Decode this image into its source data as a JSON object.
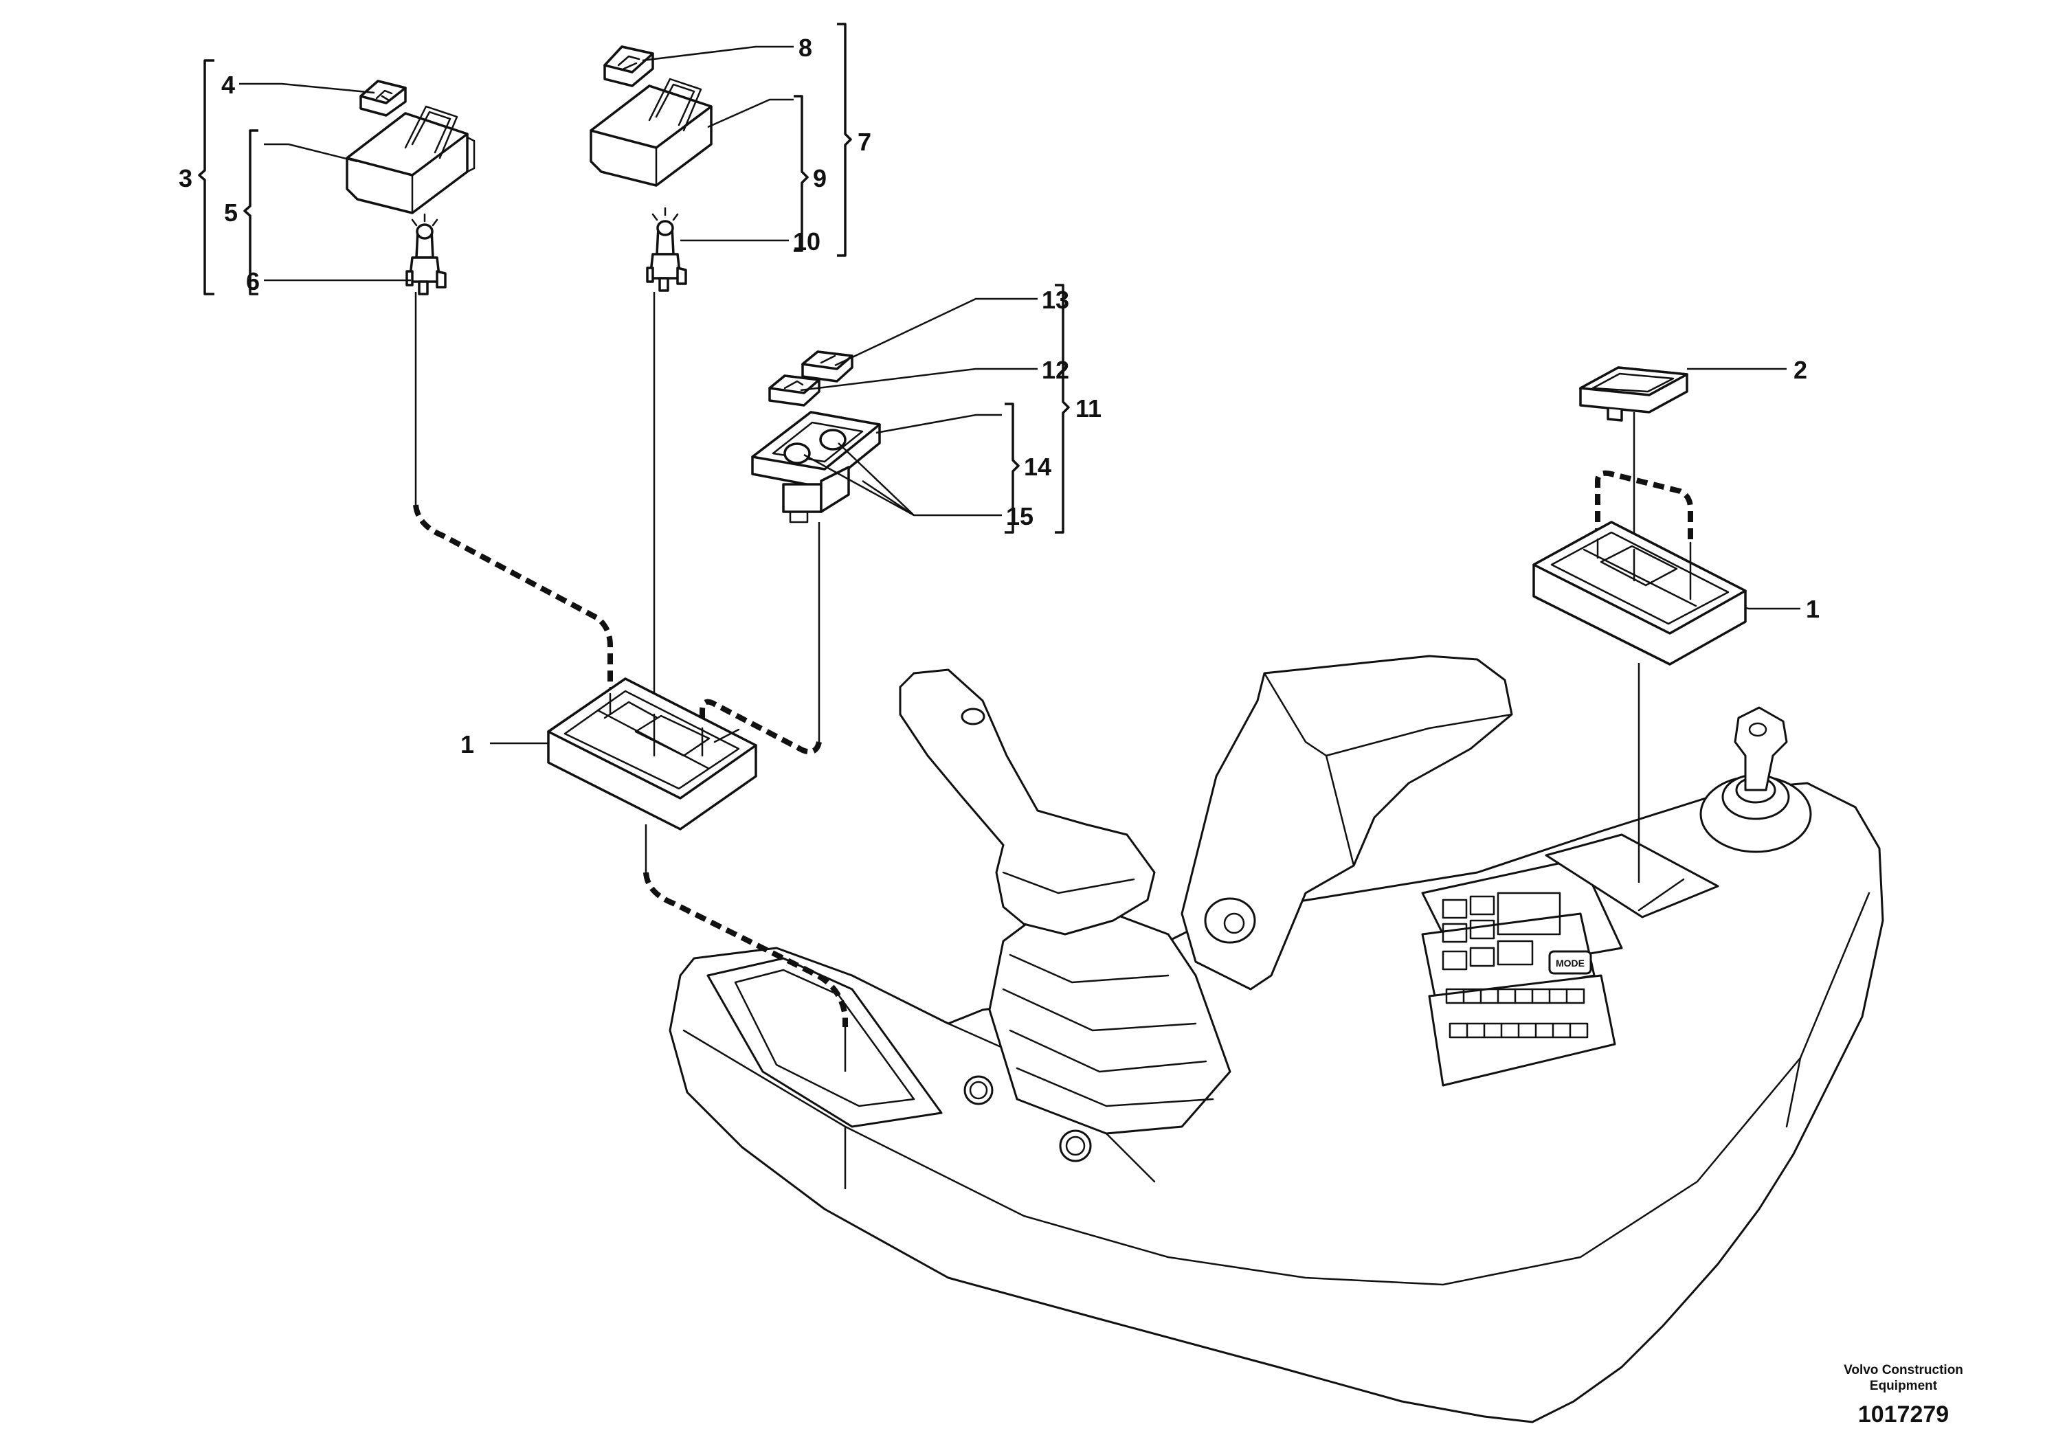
{
  "callouts": {
    "c1a": "1",
    "c1b": "1",
    "c2": "2",
    "c3": "3",
    "c4": "4",
    "c5": "5",
    "c6": "6",
    "c7": "7",
    "c8": "8",
    "c9": "9",
    "c10": "10",
    "c11": "11",
    "c12": "12",
    "c13": "13",
    "c14": "14",
    "c15": "15"
  },
  "footer": {
    "publisher_line1": "Volvo Construction",
    "publisher_line2": "Equipment",
    "drawing_number": "1017279"
  },
  "panel_text": {
    "mode_button": "MODE"
  }
}
